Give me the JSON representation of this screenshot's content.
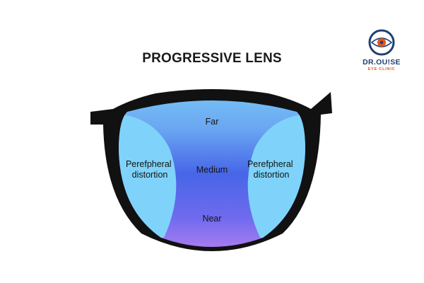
{
  "title": "PROGRESSIVE LENS",
  "logo": {
    "brand": "DR.OU!SE",
    "subtitle": "EYE CLINIC",
    "icon": "eye-icon"
  },
  "zones": {
    "far": "Far",
    "medium": "Medium",
    "near": "Near",
    "left_distortion": [
      "Perefpheral",
      "distortion"
    ],
    "right_distortion": [
      "Perefpheral",
      "distortion"
    ]
  },
  "colors": {
    "frame": "#111111",
    "far_zone": "#6fc3f5",
    "medium_zone": "#4466e6",
    "near_zone": "#b77ef0",
    "distortion_zone": "#7fd3fa",
    "logo_blue": "#1f3f73",
    "logo_orange": "#e0551f"
  }
}
